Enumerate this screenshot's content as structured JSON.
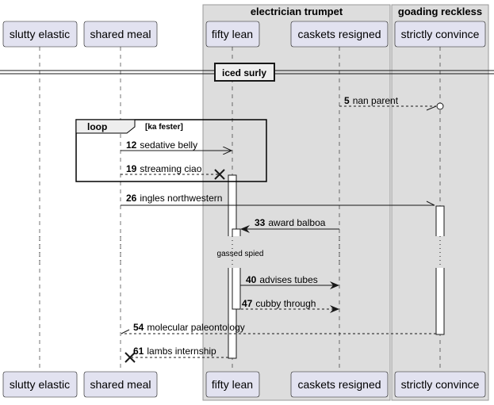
{
  "boxes": [
    {
      "id": "electrician_trumpet",
      "title": "electrician trumpet"
    },
    {
      "id": "goading_reckless",
      "title": "goading reckless"
    }
  ],
  "participants": [
    {
      "id": "slutty_elastic",
      "label": "slutty elastic"
    },
    {
      "id": "shared_meal",
      "label": "shared meal"
    },
    {
      "id": "fifty_lean",
      "label": "fifty lean"
    },
    {
      "id": "caskets_resigned",
      "label": "caskets resigned"
    },
    {
      "id": "strictly_convince",
      "label": "strictly convince"
    }
  ],
  "divider": {
    "label": "iced surly"
  },
  "loop": {
    "keyword": "loop",
    "condition": "[ka fester]"
  },
  "delay": {
    "label": "gassed spied"
  },
  "messages": [
    {
      "seq": "5",
      "text": "nan parent",
      "from": "caskets_resigned",
      "to": "strictly_convince",
      "style": "dashed",
      "head": "circle"
    },
    {
      "seq": "12",
      "text": "sedative belly",
      "from": "shared_meal",
      "to": "fifty_lean",
      "style": "solid",
      "head": "open"
    },
    {
      "seq": "19",
      "text": "streaming ciao",
      "from": "shared_meal",
      "to": "fifty_lean",
      "style": "dashed",
      "head": "cross"
    },
    {
      "seq": "26",
      "text": "ingles northwestern",
      "from": "shared_meal",
      "to": "strictly_convince",
      "style": "solid",
      "head": "half"
    },
    {
      "seq": "33",
      "text": "award balboa",
      "from": "caskets_resigned",
      "to": "fifty_lean",
      "style": "solid",
      "head": "filled"
    },
    {
      "seq": "40",
      "text": "advises tubes",
      "from": "fifty_lean",
      "to": "caskets_resigned",
      "style": "solid",
      "head": "filled"
    },
    {
      "seq": "47",
      "text": "cubby through",
      "from": "fifty_lean",
      "to": "caskets_resigned",
      "style": "dashed",
      "head": "filled"
    },
    {
      "seq": "54",
      "text": "molecular paleontology",
      "from": "strictly_convince",
      "to": "shared_meal",
      "style": "dashed",
      "head": "half"
    },
    {
      "seq": "61",
      "text": "lambs internship",
      "from": "fifty_lean",
      "to": "shared_meal",
      "style": "dashed",
      "head": "cross"
    }
  ],
  "colors": {
    "box_fill": "#dddddd",
    "box_border": "#999999",
    "participant_fill": "#e2e2f0",
    "participant_border": "#181818",
    "line": "#181818"
  }
}
